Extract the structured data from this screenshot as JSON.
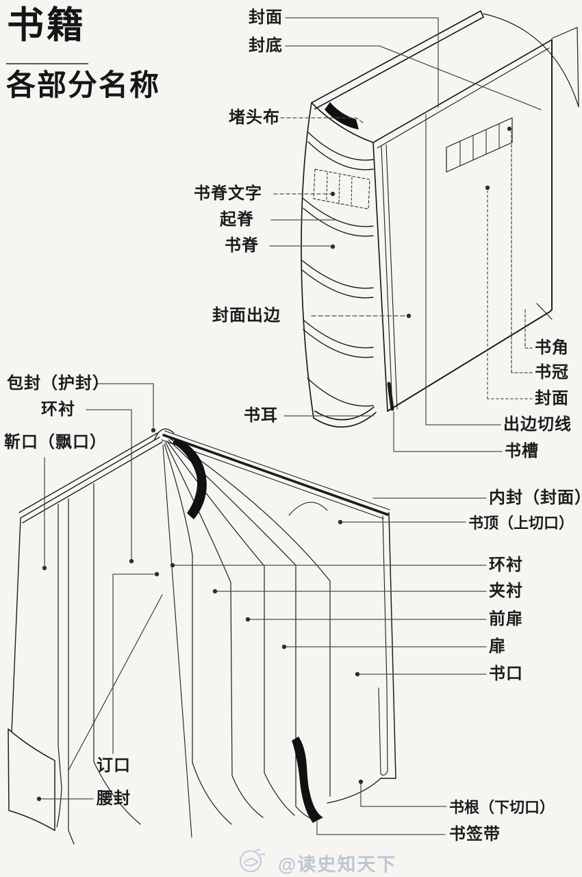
{
  "title": {
    "main": "书籍",
    "sub": "各部分名称"
  },
  "watermark": "@读史知天下",
  "colors": {
    "ink": "#1b1b1b",
    "leader": "#4d4d4d",
    "paper": "#f6f5f2",
    "watermark": "#aab6c7"
  },
  "diagram_labels": {
    "closed_book": [
      {
        "id": "cover-top",
        "text": "封面"
      },
      {
        "id": "back-cover",
        "text": "封底"
      },
      {
        "id": "headband",
        "text": "堵头布"
      },
      {
        "id": "spine-lettering",
        "text": "书脊文字"
      },
      {
        "id": "raised-spine",
        "text": "起脊"
      },
      {
        "id": "spine",
        "text": "书脊"
      },
      {
        "id": "cover-overhang",
        "text": "封面出边"
      },
      {
        "id": "book-ear",
        "text": "书耳"
      },
      {
        "id": "book-corner",
        "text": "书角"
      },
      {
        "id": "book-crown",
        "text": "书冠"
      },
      {
        "id": "front-cover",
        "text": "封面"
      },
      {
        "id": "overhang-trim-line",
        "text": "出边切线"
      },
      {
        "id": "book-groove",
        "text": "书槽"
      }
    ],
    "open_book": [
      {
        "id": "dust-jacket",
        "text": "包封（护封）"
      },
      {
        "id": "endpaper-left",
        "text": "环衬"
      },
      {
        "id": "jacket-flap",
        "text": "靳口（飘口）"
      },
      {
        "id": "binding-edge",
        "text": "订口"
      },
      {
        "id": "belly-band",
        "text": "腰封"
      },
      {
        "id": "inner-cover",
        "text": "内封（封面）"
      },
      {
        "id": "head-edge",
        "text": "书顶（上切口）"
      },
      {
        "id": "endpaper-right",
        "text": "环衬"
      },
      {
        "id": "interleaf",
        "text": "夹衬"
      },
      {
        "id": "front-flyleaf",
        "text": "前扉"
      },
      {
        "id": "flyleaf",
        "text": "扉"
      },
      {
        "id": "fore-edge",
        "text": "书口"
      },
      {
        "id": "tail-edge",
        "text": "书根（下切口）"
      },
      {
        "id": "bookmark-ribbon",
        "text": "书签带"
      }
    ]
  }
}
